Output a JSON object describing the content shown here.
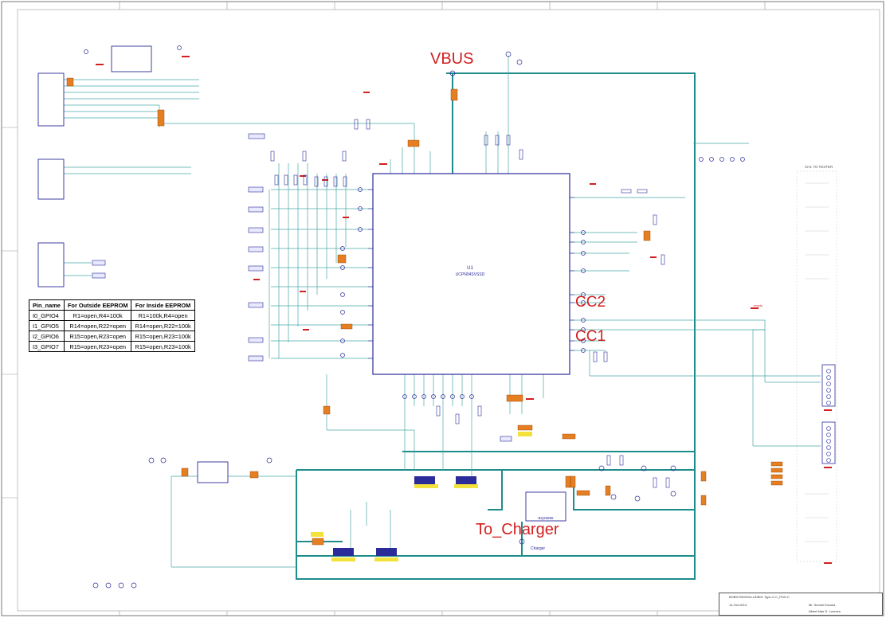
{
  "labels": {
    "vbus": "VBUS",
    "cc2": "CC2",
    "cc1": "CC1",
    "to_charger": "To_Charger",
    "main_ic_ref": "U1",
    "main_ic_part": "UCPN04SVSSD",
    "charger_ic_part": "BQ25895",
    "charger_net": "Charger",
    "tester_header": "CH1 TO TESTER",
    "empty_tag": "empty"
  },
  "pin_table": {
    "headers": [
      "Pin_name",
      "For Outside EEPROM",
      "For Inside EEPROM"
    ],
    "rows": [
      [
        "I0_GPIO4",
        "R1=open,R4=100k",
        "R1=100k,R4=open"
      ],
      [
        "I1_GPIO5",
        "R14=open,R22=open",
        "R14=open,R22=100k"
      ],
      [
        "I2_GPIO6",
        "R15=open,R23=open",
        "R15=open,R23=100k"
      ],
      [
        "I3_GPIO7",
        "R15=open,R23=open",
        "R15=open,R23=100k"
      ]
    ]
  },
  "title_block": {
    "project": "BOBD75D0S0U-UDB01 Type-C-C_PDS-C",
    "designer": "Mr. Senshi Kozuka",
    "date": "14-Oct-2013",
    "checked_by": "Albert Mae D. Lorenzo"
  },
  "colors": {
    "power_net": "#1f8c8c",
    "signal_wire": "#4aa7a7",
    "component": "#2b2b9a",
    "annotation": "#d21f1f",
    "component_fill": "#e67e22",
    "highlight": "#f4e23c"
  }
}
